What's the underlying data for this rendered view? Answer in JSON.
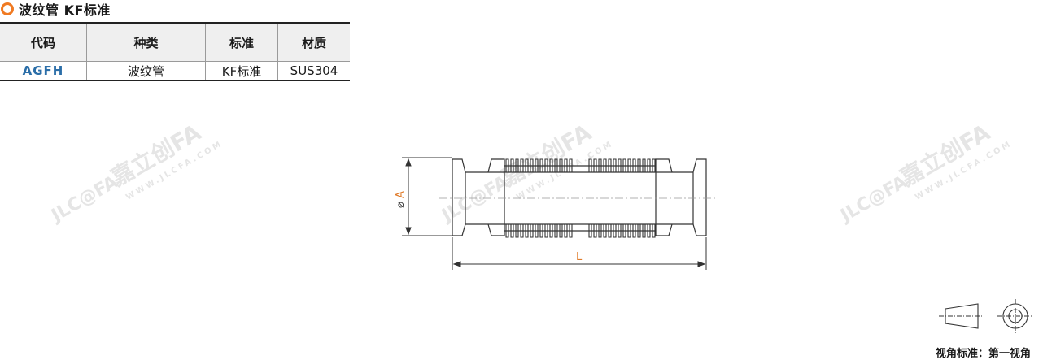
{
  "section": {
    "title": "波纹管 KF标准"
  },
  "table": {
    "headers": [
      "代码",
      "种类",
      "标准",
      "材质"
    ],
    "row": [
      "AGFH",
      "波纹管",
      "KF标准",
      "SUS304"
    ]
  },
  "drawing": {
    "dim_diameter_symbol": "⌀",
    "dim_diameter_letter": "A",
    "dim_length_label": "L"
  },
  "watermark": {
    "brand_cn": "嘉立创FA",
    "logo": "JLC@FA",
    "url": "WWW.JLCFA.COM"
  },
  "view_standard": "视角标准：第一视角",
  "colors": {
    "accent": "#f07a22",
    "code": "#2b6ea8",
    "dim": "#e07b2a"
  }
}
